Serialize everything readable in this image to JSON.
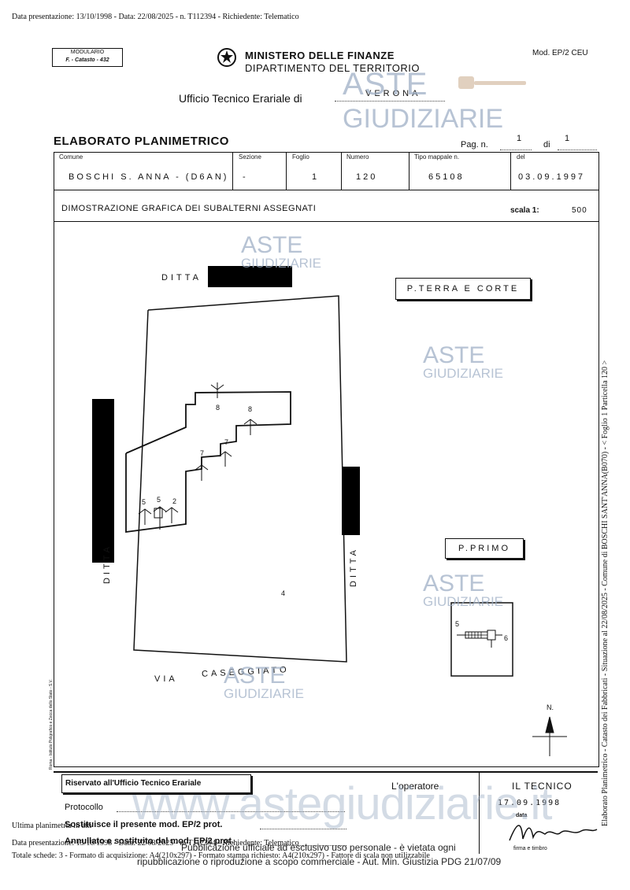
{
  "top_info": "Data presentazione: 13/10/1998 - Data: 22/08/2025 - n. T112394 - Richiedente: Telematico",
  "modulario": {
    "line1": "MODULARIO",
    "line2": "F. - Catasto - 432"
  },
  "ministry": {
    "line1": "MINISTERO DELLE FINANZE",
    "line2": "DIPARTIMENTO DEL TERRITORIO"
  },
  "mod_code": "Mod. EP/2 CEU",
  "office": {
    "label": "Ufficio Tecnico Erariale di",
    "city": "VERONA"
  },
  "title": "ELABORATO PLANIMETRICO",
  "page": {
    "label": "Pag. n.",
    "num": "1",
    "of_label": "di",
    "total": "1"
  },
  "fields": {
    "comune_label": "Comune",
    "comune": "BOSCHI S. ANNA - (D6AN)",
    "sezione_label": "Sezione",
    "sezione": "-",
    "foglio_label": "Foglio",
    "foglio": "1",
    "numero_label": "Numero",
    "numero": "120",
    "tipo_label": "Tipo mappale n.",
    "tipo": "65108",
    "del_label": "del",
    "del": "03.09.1997"
  },
  "demo": {
    "label": "DIMOSTRAZIONE GRAFICA DEI SUBALTERNI ASSEGNATI",
    "scale_label": "scala 1:",
    "scale": "500"
  },
  "plan": {
    "ditta_top": "DITTA",
    "ditta_left": "DITTA",
    "ditta_right": "DITTA",
    "via": "VIA",
    "caseggiato": "CASEGGIATO",
    "floor_ground": "P.TERRA E CORTE",
    "floor_first": "P.PRIMO",
    "north": "N.",
    "subs": {
      "s8a": "8",
      "s8b": "8",
      "s7a": "7",
      "s7b": "7",
      "s5a": "5",
      "s5b": "5",
      "s2": "2",
      "s4": "4",
      "p5": "5",
      "p6": "6"
    }
  },
  "side_text": "Elaborato Planimetrico - Catasto dei Fabbricati - Situazione al 22/08/2025 - Comune di BOSCHI SANT'ANNA(B070) - < Foglio 1 Particella 120 >",
  "printer_text": "Roma - Istituto Poligrafico e Zecca dello Stato - S.V.",
  "footer": {
    "reserved": "Riservato all'Ufficio Tecnico Erariale",
    "protocollo": "Protocollo",
    "sostituisce": "Sostituisce il presente mod. EP/2 prot.",
    "annullato": "Annullato e sostituito dal mod. EP/2 prot.",
    "operatore": "L'operatore",
    "tecnico": "IL TECNICO",
    "tecnico_date": "17.09.1998",
    "data_label": "data",
    "firma_label": "firma e timbro"
  },
  "bottom": {
    "ultima": "Ultima planimetria in atti",
    "presentazione": "Data presentazione: 13/10/1998 - Data: 22/08/2025 - n. T112394 - Richiedente: Telematico",
    "totale": "Totale schede: 3 - Formato di acquisizione: A4(210x297) - Formato stampa richiesto: A4(210x297) - Fattore di scala non utilizzabile"
  },
  "watermark": {
    "aste": "ASTE",
    "giudiziarie": "GIUDIZIARIE",
    "site": "www.astegiudiziarie.it",
    "notice1": "Pubblicazione ufficiale ad esclusivo uso personale - è vietata ogni",
    "notice2": "ripubblicazione o riproduzione a scopo commerciale - Aut. Min. Giustizia PDG 21/07/09"
  },
  "colors": {
    "watermark": "#9fb0c6",
    "ink": "#111111"
  }
}
